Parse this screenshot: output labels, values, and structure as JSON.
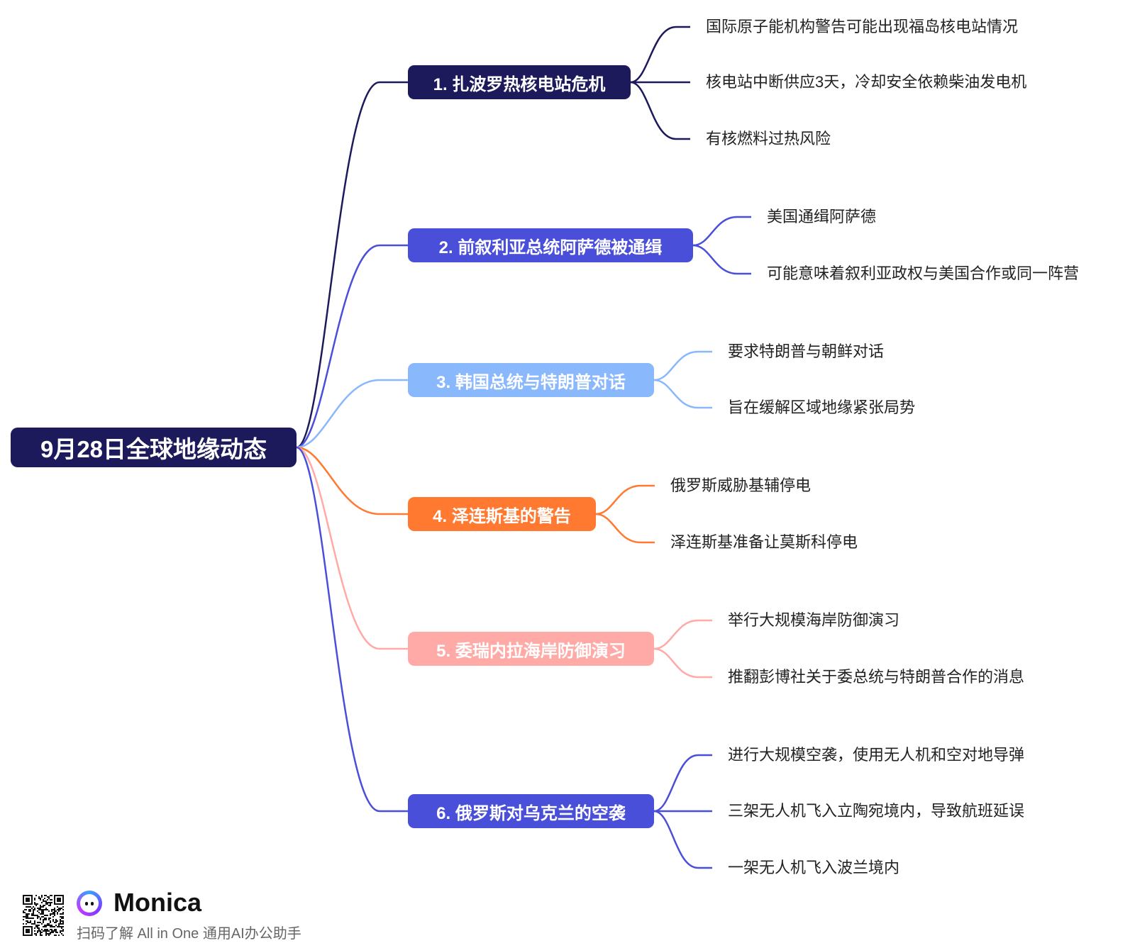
{
  "root": {
    "label": "9月28日全球地缘动态",
    "color": "#1c1a5a"
  },
  "branches": [
    {
      "label": "1. 扎波罗热核电站危机",
      "color": "#1c1a5a",
      "text_color": "#ffffff",
      "leaves": [
        "国际原子能机构警告可能出现福岛核电站情况",
        "核电站中断供应3天，冷却安全依赖柴油发电机",
        "有核燃料过热风险"
      ]
    },
    {
      "label": "2. 前叙利亚总统阿萨德被通缉",
      "color": "#4a4fd9",
      "text_color": "#ffffff",
      "leaves": [
        "美国通缉阿萨德",
        "可能意味着叙利亚政权与美国合作或同一阵营"
      ]
    },
    {
      "label": "3. 韩国总统与特朗普对话",
      "color": "#8ab8fc",
      "text_color": "#ffffff",
      "leaves": [
        "要求特朗普与朝鲜对话",
        "旨在缓解区域地缘紧张局势"
      ]
    },
    {
      "label": "4. 泽连斯基的警告",
      "color": "#ff7a30",
      "text_color": "#ffffff",
      "leaves": [
        "俄罗斯威胁基辅停电",
        "泽连斯基准备让莫斯科停电"
      ]
    },
    {
      "label": "5. 委瑞内拉海岸防御演习",
      "color": "#ffaaa6",
      "text_color": "#ffffff",
      "leaves": [
        "举行大规模海岸防御演习",
        "推翻彭博社关于委总统与特朗普合作的消息"
      ]
    },
    {
      "label": "6. 俄罗斯对乌克兰的空袭",
      "color": "#4a4fd9",
      "text_color": "#ffffff",
      "leaves": [
        "进行大规模空袭，使用无人机和空对地导弹",
        "三架无人机飞入立陶宛境内，导致航班延误",
        "一架无人机飞入波兰境内"
      ]
    }
  ],
  "footer": {
    "brand": "Monica",
    "tagline": "扫码了解 All in One 通用AI办公助手"
  }
}
